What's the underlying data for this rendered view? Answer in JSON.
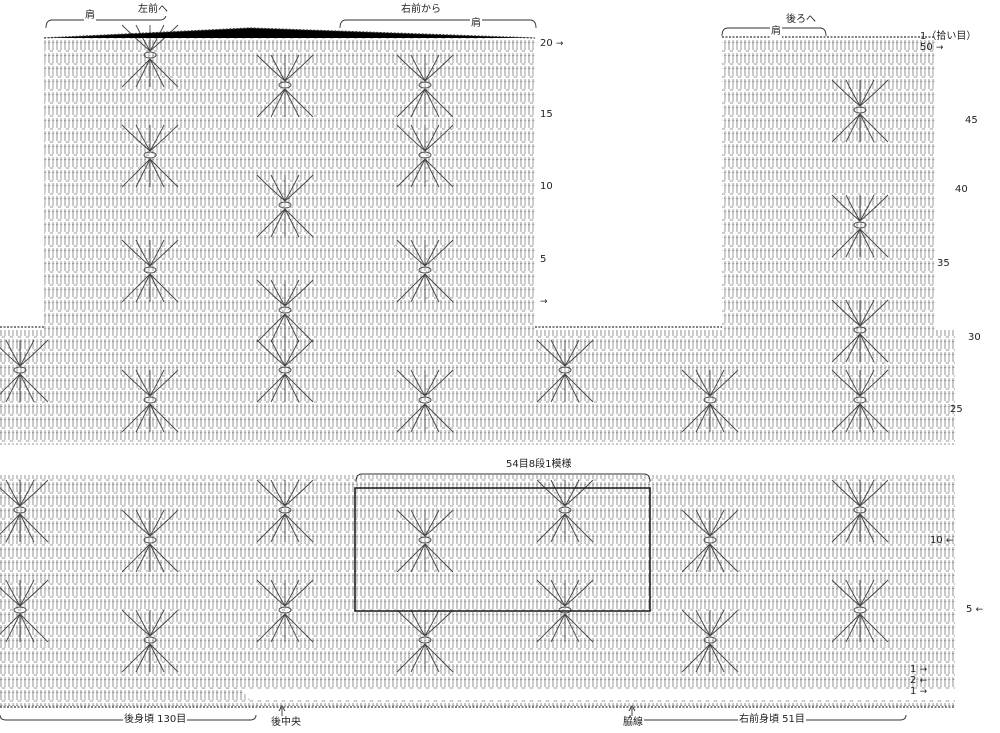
{
  "labels": {
    "shoulder": "肩",
    "to_left_front": "左前へ",
    "from_right_front": "右前から",
    "to_back": "後ろへ",
    "repeat": "54目8段1模様",
    "back_body": "後身頃 130目",
    "back_center": "後中央",
    "side_line": "脇線",
    "right_front_body": "右前身頃 51目"
  },
  "row_numbers": {
    "front_top": [
      "20",
      "15",
      "10",
      "5"
    ],
    "right_upper": [
      "1（拾い目）",
      "50",
      "45",
      "40",
      "35",
      "30",
      "25"
    ],
    "right_lower": [
      "10",
      "5",
      "1",
      "2",
      "1"
    ]
  },
  "colors": {
    "ink": "#555555",
    "paper": "#ffffff",
    "box": "#222222"
  }
}
